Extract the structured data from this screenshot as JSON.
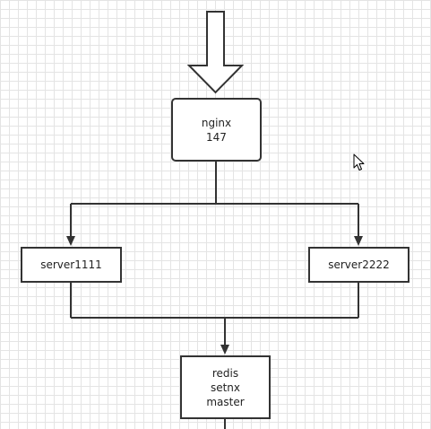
{
  "diagram": {
    "nodes": {
      "nginx": {
        "lines": [
          "nginx",
          "147"
        ]
      },
      "server1": {
        "lines": [
          "server1111"
        ]
      },
      "server2": {
        "lines": [
          "server2222"
        ]
      },
      "redis": {
        "lines": [
          "redis",
          "setnx",
          "master"
        ]
      }
    },
    "edges": [
      {
        "from": "incoming-arrow",
        "to": "nginx"
      },
      {
        "from": "nginx",
        "to": "server1"
      },
      {
        "from": "nginx",
        "to": "server2"
      },
      {
        "from": "server1",
        "to": "redis"
      },
      {
        "from": "server2",
        "to": "redis"
      }
    ]
  },
  "colors": {
    "stroke": "#333333",
    "grid": "#e4e4e4",
    "background": "#ffffff"
  },
  "icons": {
    "pointer": "mouse-pointer-icon",
    "block_arrow": "block-arrow-down-icon"
  }
}
